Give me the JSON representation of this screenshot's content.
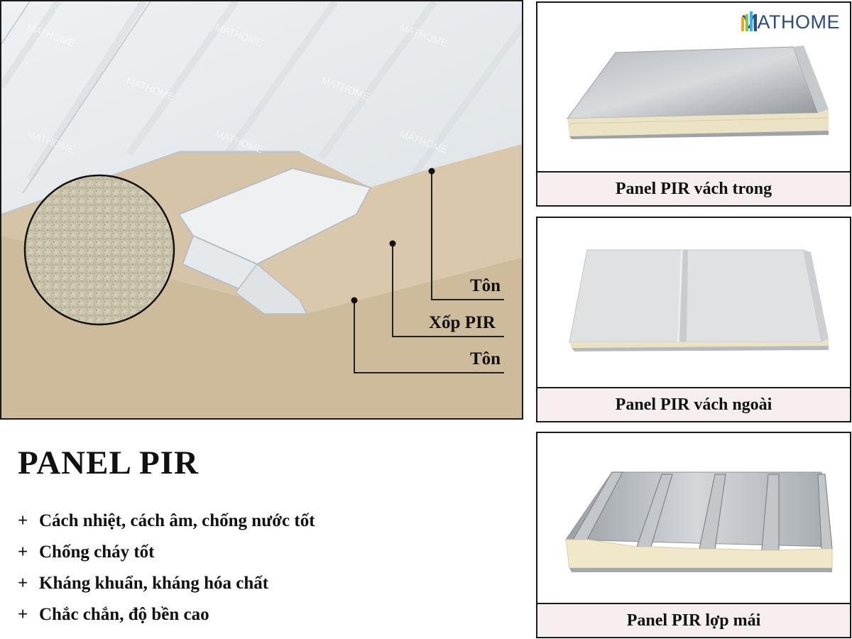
{
  "brand": {
    "name": "MATHOME",
    "logo_colors": [
      "#f5a623",
      "#8bc34a",
      "#29b6f6",
      "#2b4c7e"
    ]
  },
  "diagram": {
    "layers": [
      {
        "id": "top-sheet",
        "label": "Tôn"
      },
      {
        "id": "foam-core",
        "label": "Xốp PIR"
      },
      {
        "id": "bottom-sheet",
        "label": "Tôn"
      }
    ],
    "colors": {
      "sheet": "#e4e8eb",
      "foam": "#d6c4a8",
      "leader": "#222222"
    }
  },
  "products": [
    {
      "id": "interior-wall",
      "caption": "Panel PIR vách trong"
    },
    {
      "id": "exterior-wall",
      "caption": "Panel PIR vách ngoài"
    },
    {
      "id": "roof",
      "caption": "Panel PIR lợp mái"
    }
  ],
  "title": "PANEL PIR",
  "features": [
    {
      "marker": "+",
      "text": "Cách nhiệt, cách âm, chống nước tốt"
    },
    {
      "marker": "+",
      "text": "Chống cháy tốt"
    },
    {
      "marker": "+",
      "text": "Kháng khuẩn, kháng hóa chất"
    },
    {
      "marker": "+",
      "text": "Chắc chắn, độ bền cao"
    }
  ]
}
